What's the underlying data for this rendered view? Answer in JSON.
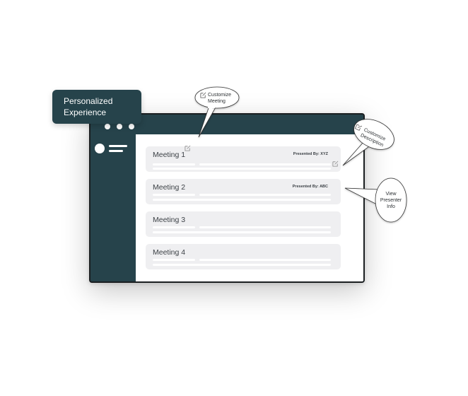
{
  "badge": {
    "line1": "Personalized",
    "line2": "Experience"
  },
  "meetings": [
    {
      "title": "Meeting 1",
      "presenter": "Presented By: XYZ"
    },
    {
      "title": "Meeting 2",
      "presenter": "Presented By: ABC"
    },
    {
      "title": "Meeting 3",
      "presenter": ""
    },
    {
      "title": "Meeting 4",
      "presenter": ""
    }
  ],
  "callouts": {
    "customize_meeting": {
      "line1": "Customize",
      "line2": "Meeting",
      "icon": "edit-icon"
    },
    "customize_description": {
      "line1": "Customize",
      "line2": "Description",
      "icon": "edit-icon"
    },
    "view_presenter": {
      "line1": "View",
      "line2": "Presenter",
      "line3": "Info"
    }
  },
  "colors": {
    "primary": "#26434b",
    "card": "#efeff1",
    "border": "#1b1f21"
  }
}
